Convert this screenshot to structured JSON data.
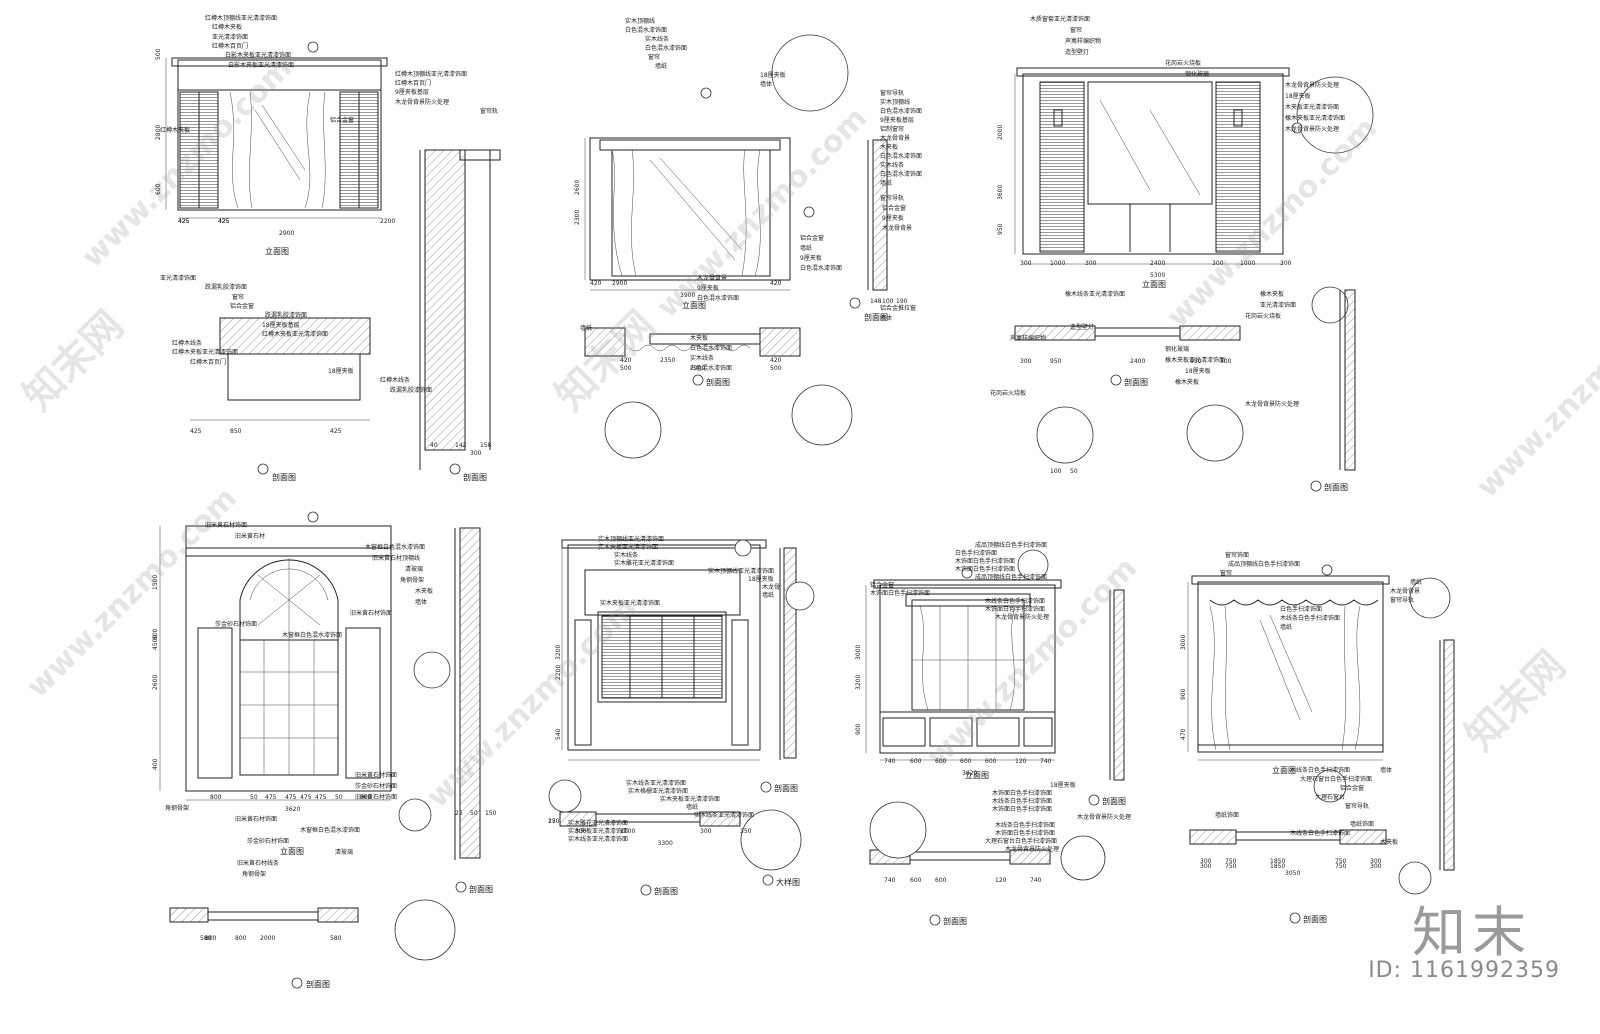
{
  "watermarks": {
    "site": "www.znzmo.com",
    "brand_short": "知末网",
    "brand_logo": "知末",
    "id_text": "ID: 1161992359"
  },
  "panel_1": {
    "elevation_title": "立面图",
    "section_b_title": "剖面图",
    "section_a_title": "剖面图",
    "labels": [
      "红樽木顶棚线亚光清漆饰面",
      "红樽木夹板",
      "亚光清漆饰面",
      "红樽木百页门",
      "白影木夹板亚光清漆饰面",
      "白影木夹板亚光清漆饰面",
      "红樽木顶棚线亚光清漆饰面",
      "红樽木百页门",
      "9厘夹板基层",
      "木龙骨背景防火处理",
      "窗帘轨",
      "铝合金窗",
      "红樽木夹板",
      "亚光清漆饰面",
      "跌漏乳胶漆饰面",
      "窗帘",
      "铝合金窗",
      "跌漏乳胶漆饰面",
      "18厘夹板基层",
      "红樽木夹板亚光清漆饰面",
      "红樽木线条",
      "红樽木夹板亚光清漆饰面",
      "红樽木百页门",
      "18厘夹板",
      "红樽木线条",
      "跌漏乳胶漆饰面"
    ],
    "dims_bottom": [
      "425",
      "425",
      "2200",
      "425",
      "425"
    ],
    "dim_total": "2900",
    "dims_left": [
      "500",
      "2800",
      "600"
    ],
    "dims_plan": [
      "425",
      "850",
      "425"
    ],
    "dims_section": [
      "40",
      "142",
      "158",
      "300"
    ]
  },
  "panel_2": {
    "elevation_title": "立面图",
    "section_b_title": "剖面图",
    "section_a_title": "剖面图",
    "labels": [
      "实木顶棚线",
      "白色混水漆饰面",
      "实木线条",
      "白色混水漆饰面",
      "窗帘",
      "墙纸",
      "18厘夹板",
      "墙体",
      "窗帘导轨",
      "实木顶棚线",
      "白色混水漆饰面",
      "9厘夹板基层",
      "铝制窗帘",
      "木龙骨背景",
      "木夹板",
      "白色混水漆饰面",
      "实木线条",
      "白色混水漆饰面",
      "墙纸",
      "窗帘导轨",
      "铝合金窗",
      "9厘夹板",
      "木龙骨背景",
      "铝合金窗",
      "墙纸",
      "9厘夹板",
      "白色混水漆饰面",
      "木龙骨背景",
      "9厘夹板",
      "白色混水漆饰面",
      "铝合金推拉窗",
      "墙体",
      "墙纸",
      "木夹板",
      "白色混水漆饰面",
      "实木线条",
      "白色混水漆饰面"
    ],
    "dims_bottom": [
      "420",
      "2900",
      "420"
    ],
    "dim_total": "3900",
    "dims_left": [
      "2600",
      "2300"
    ],
    "dims_plan": [
      "420",
      "2350",
      "420",
      "500",
      "2900",
      "500"
    ],
    "dims_section": [
      "148",
      "100",
      "190"
    ]
  },
  "panel_3": {
    "elevation_title": "立面图",
    "section_b_title": "剖面图",
    "section_a_title": "剖面图",
    "labels": [
      "木质窗套亚光清漆饰面",
      "窗帘",
      "声寓样编织物",
      "造型壁灯",
      "花岗岩火烧板",
      "钢化玻璃",
      "木龙骨背景防火处理",
      "18厘夹板",
      "木夹板亚光清漆饰面",
      "橡木夹板亚光清漆饰面",
      "木龙骨背景防火处理",
      "橡木夹板",
      "亚光清漆饰面",
      "花岗岩火烧板",
      "造型壁灯",
      "声寓样编织物",
      "钢化玻璃",
      "橡木夹板亚光清漆饰面",
      "18厘夹板",
      "橡木夹板",
      "花岗岩火烧板",
      "木龙骨背景防火处理",
      "橡木线条亚光清漆饰面"
    ],
    "dims_bottom": [
      "300",
      "1000",
      "300",
      "2400",
      "300",
      "1000",
      "300"
    ],
    "dim_total": "5300",
    "dims_left": [
      "2000",
      "3600",
      "950"
    ],
    "dims_plan": [
      "300",
      "950",
      "2400",
      "950",
      "300"
    ],
    "dims_section": [
      "100",
      "50"
    ]
  },
  "panel_4": {
    "elevation_title": "立面图",
    "section_b_title": "剖面图",
    "section_a_title": "剖面图",
    "labels": [
      "旧米黄石材饰面",
      "旧米黄石材",
      "木窗框白色混水漆饰面",
      "旧米黄石材顶棚线",
      "清玻璃",
      "角钢骨架",
      "木夹板",
      "墙体",
      "旧米黄石材饰面",
      "莎金砂石材饰面",
      "木窗框白色混水漆饰面",
      "旧米黄石材饰面",
      "莎金砂石材饰面",
      "旧米黄石材饰面",
      "角钢骨架",
      "旧米黄石材饰面",
      "木窗框白色混水漆饰面",
      "莎金砂石材饰面",
      "清玻璃",
      "旧米黄石材线条",
      "角钢骨架"
    ],
    "dims_bottom": [
      "800",
      "50",
      "475",
      "475",
      "475",
      "475",
      "50",
      "800"
    ],
    "dim_total": "3620",
    "dims_left": [
      "1500",
      "600",
      "2600",
      "400",
      "4500"
    ],
    "dims_plan": [
      "580",
      "2000",
      "580",
      "800",
      "800"
    ],
    "dims_section": [
      "25",
      "50",
      "150"
    ]
  },
  "panel_5": {
    "section_b_title": "剖面图",
    "section_a_title": "剖面图",
    "section_detail_title": "大样图",
    "labels": [
      "实木顶棚线亚光清漆饰面",
      "实木夹板亚光清漆饰面",
      "实木线条",
      "实木雕花亚光清漆饰面",
      "实木顶棚线亚光清漆饰面",
      "18厘夹板",
      "木龙骨",
      "墙纸",
      "实木夹板亚光清漆饰面",
      "实木线条亚光清漆饰面",
      "实木格栅亚光清漆饰面",
      "实木夹板亚光清漆饰面",
      "墙纸",
      "实木线条亚光清漆饰面",
      "实木雕花亚光清漆饰面",
      "实木夹板亚光清漆饰面",
      "实木线条亚光清漆饰面"
    ],
    "dims_bottom": [
      "300",
      "1100",
      "300",
      "350"
    ],
    "dim_total": "3300",
    "dims_left": [
      "3200",
      "2200",
      "540"
    ],
    "dims_section": [
      "15",
      "270"
    ]
  },
  "panel_6": {
    "elevation_title": "立面图",
    "section_b_title": "剖面图",
    "section_a_title": "剖面图",
    "labels": [
      "成品顶棚线白色手扫漆饰面",
      "白色手扫漆饰面",
      "木饰面白色手扫漆饰面",
      "木饰面白色手扫漆饰面",
      "成品顶棚线白色手扫漆饰面",
      "铝合金窗",
      "木饰面白色手扫漆饰面",
      "木线条白色手扫漆饰面",
      "木饰面白色手扫漆饰面",
      "木龙骨背景防火处理",
      "18厘夹板",
      "木饰面白色手扫漆饰面",
      "木线条白色手扫漆饰面",
      "木饰面白色手扫漆饰面",
      "木龙骨背景防火处理",
      "木线条白色手扫漆饰面",
      "木饰面白色手扫漆饰面",
      "大理石窗台白色手扫漆饰面",
      "木龙骨背景防火处理"
    ],
    "dims_bottom": [
      "740",
      "600",
      "600",
      "600",
      "600",
      "120",
      "740"
    ],
    "dim_total": "3620",
    "dims_left": [
      "3000",
      "3200",
      "900"
    ],
    "dims_plan": [
      "740",
      "600",
      "600",
      "120",
      "740"
    ]
  },
  "panel_7": {
    "elevation_title": "立面图",
    "section_b_title": "剖面图",
    "section_a_title": "剖面图",
    "labels": [
      "窗帘饰面",
      "成品顶棚线白色手扫漆饰面",
      "窗帘",
      "墙纸",
      "木龙骨背景",
      "窗帘导轨",
      "白色手扫漆饰面",
      "木线条白色手扫漆饰面",
      "墙纸",
      "木线条白色手扫漆饰面",
      "大理石窗台白色手扫漆饰面",
      "铝合金窗",
      "大理石窗台",
      "窗帘导轨",
      "墙纸饰面",
      "墙纸饰面",
      "木线条白色手扫漆饰面",
      "木夹板",
      "墙体"
    ],
    "dims_bottom": [
      "300",
      "750",
      "1850",
      "750",
      "300"
    ],
    "dim_total": "3050",
    "dims_left": [
      "3000",
      "900",
      "470"
    ],
    "dims_plan": [
      "300",
      "750",
      "1850",
      "750",
      "300"
    ]
  }
}
